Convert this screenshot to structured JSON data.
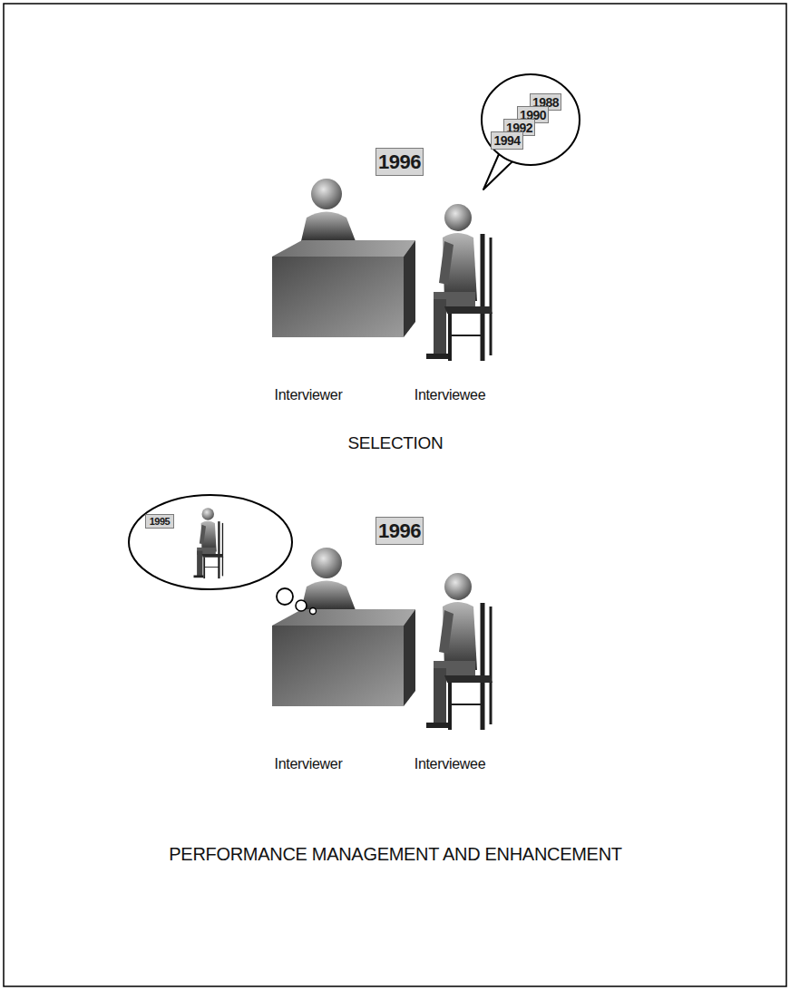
{
  "diagram": {
    "nodes": [
      {
        "text": [
          "1988"
        ]
      },
      {
        "text": [
          "1990"
        ]
      },
      {
        "text": [
          "1992"
        ]
      },
      {
        "text": [
          "1994"
        ]
      },
      {
        "text": [
          "1996"
        ]
      },
      {
        "text": [
          "1995"
        ]
      },
      {
        "text": [
          "1996"
        ]
      }
    ],
    "labels": [
      "Interviewer",
      "Interviewee",
      "SELECTION",
      "Interviewer",
      "Interviewee",
      "PERFORMANCE MANAGEMENT AND ENHANCEMENT"
    ]
  }
}
